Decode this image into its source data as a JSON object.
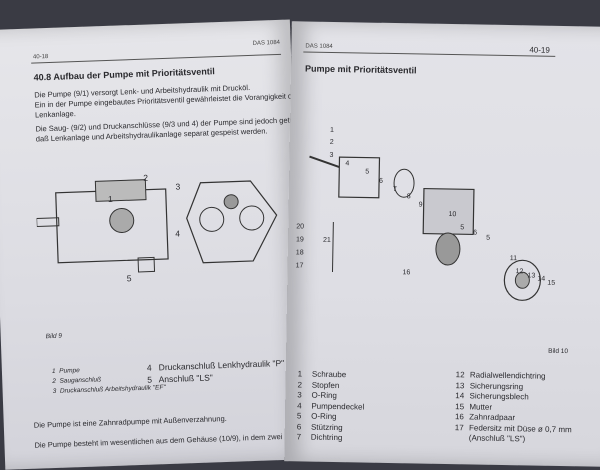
{
  "left_page": {
    "page_number": "40-18",
    "header_right": "DAS 1084",
    "section_title": "40.8  Aufbau der Pumpe mit Prioritätsventil",
    "paragraph1": [
      "Die Pumpe (9/1) versorgt Lenk- und Arbeitshydraulik mit Drucköl.",
      "Ein in der Pumpe eingebautes Prioritätsventil gewährleistet die Vorangigkeit der",
      "Lenkanlage."
    ],
    "paragraph2": [
      "Die Saug- (9/2) und Druckanschlüsse (9/3 und 4) der Pumpe sind jedoch getrennt,",
      "daß Lenkanlage und Arbeitshydraulikanlage separat gespeist werden."
    ],
    "figure_callouts": [
      "2",
      "1",
      "5",
      "3",
      "4"
    ],
    "figure_caption": "Bild 9",
    "legend": [
      {
        "num": "1",
        "label": "Pumpe"
      },
      {
        "num": "2",
        "label": "Sauganschluß"
      },
      {
        "num": "3",
        "label": "Druckanschluß Arbeitshydraulik \"EF\""
      },
      {
        "num": "4",
        "label": "Druckanschluß Lenkhydraulik \"P\""
      },
      {
        "num": "5",
        "label": "Anschluß \"LS\""
      }
    ],
    "paragraph3": "Die Pumpe ist eine Zahnradpumpe mit Außenverzahnung.",
    "paragraph4": "Die Pumpe besteht im wesentlichen aus dem Gehäuse (10/9), in dem zwei Zahnräder"
  },
  "right_page": {
    "page_number": "40-19",
    "header_left": "DAS 1084",
    "section_title": "Pumpe mit Prioritätsventil",
    "figure_callouts": [
      "1",
      "2",
      "3",
      "4",
      "5",
      "6",
      "7",
      "8",
      "9",
      "10",
      "5",
      "6",
      "5",
      "11",
      "12",
      "13",
      "14",
      "15",
      "20",
      "19",
      "18",
      "17",
      "21",
      "16"
    ],
    "figure_caption": "Bild 10",
    "legend_left": [
      {
        "num": "1",
        "label": "Schraube"
      },
      {
        "num": "2",
        "label": "Stopfen"
      },
      {
        "num": "3",
        "label": "O-Ring"
      },
      {
        "num": "4",
        "label": "Pumpendeckel"
      },
      {
        "num": "5",
        "label": "O-Ring"
      },
      {
        "num": "6",
        "label": "Stützring"
      },
      {
        "num": "7",
        "label": "Dichtring"
      }
    ],
    "legend_right": [
      {
        "num": "12",
        "label": "Radialwellendichtring"
      },
      {
        "num": "13",
        "label": "Sicherungsring"
      },
      {
        "num": "14",
        "label": "Sicherungsblech"
      },
      {
        "num": "15",
        "label": "Mutter"
      },
      {
        "num": "16",
        "label": "Zahnradpaar"
      },
      {
        "num": "17",
        "label": "Federsitz mit Düse ø 0,7 mm"
      },
      {
        "num": "",
        "label": "(Anschluß \"LS\")"
      }
    ]
  }
}
